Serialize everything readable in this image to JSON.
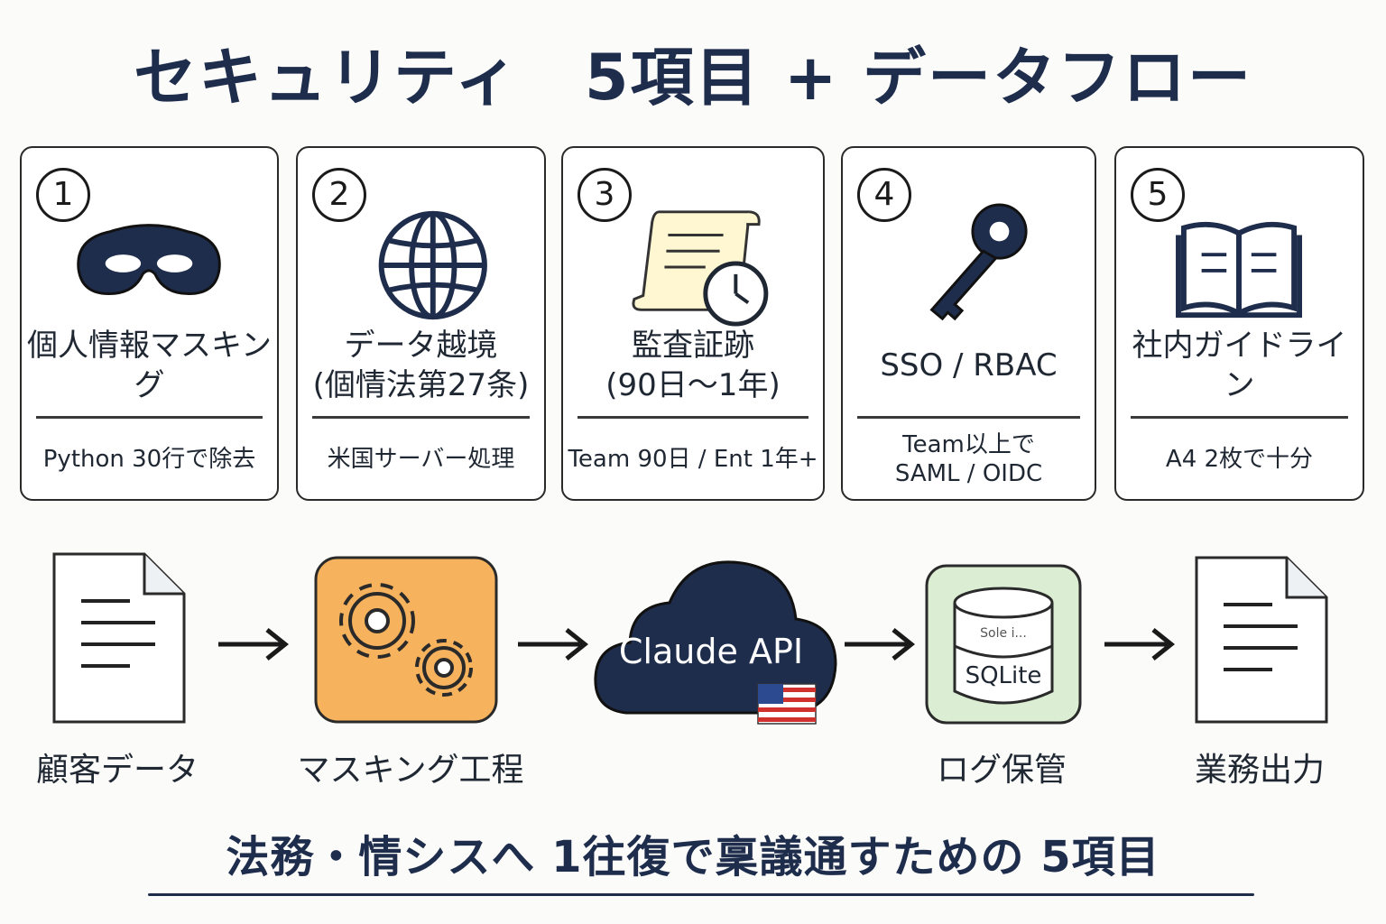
{
  "title": "セキュリティ　5項目 + データフロー",
  "cards": [
    {
      "num": "1",
      "label_lines": [
        "個人情報マスキング"
      ],
      "note_lines": [
        "Python 30行で除去"
      ],
      "icon": "mask-icon"
    },
    {
      "num": "2",
      "label_lines": [
        "データ越境",
        "(個情法第27条)"
      ],
      "note_lines": [
        "米国サーバー処理"
      ],
      "icon": "globe-icon"
    },
    {
      "num": "3",
      "label_lines": [
        "監査証跡",
        "(90日〜1年)"
      ],
      "note_lines": [
        "Team 90日 / Ent 1年+"
      ],
      "icon": "scroll-clock-icon"
    },
    {
      "num": "4",
      "label_lines": [
        "SSO / RBAC"
      ],
      "note_lines": [
        "Team以上で",
        "SAML / OIDC"
      ],
      "icon": "key-icon"
    },
    {
      "num": "5",
      "label_lines": [
        "社内ガイドライン"
      ],
      "note_lines": [
        "A4 2枚で十分"
      ],
      "icon": "book-icon"
    }
  ],
  "flow": {
    "steps": [
      {
        "label": "顧客データ",
        "icon": "document-icon"
      },
      {
        "label": "マスキング工程",
        "icon": "gears-icon"
      },
      {
        "label": "Claude API",
        "icon": "cloud-icon"
      },
      {
        "label": "ログ保管",
        "icon": "database-icon"
      },
      {
        "label": "業務出力",
        "icon": "document-icon"
      }
    ],
    "cloud_text": "Claude API",
    "db_text_top": "Sole i...",
    "db_text": "SQLite"
  },
  "bottom_text": "法務・情シスへ 1往復で稟議通すための 5項目",
  "colors": {
    "navy": "#1f2d4d",
    "orange": "#f6b25c",
    "green": "#dbeed3",
    "paper": "#fff7d1"
  }
}
